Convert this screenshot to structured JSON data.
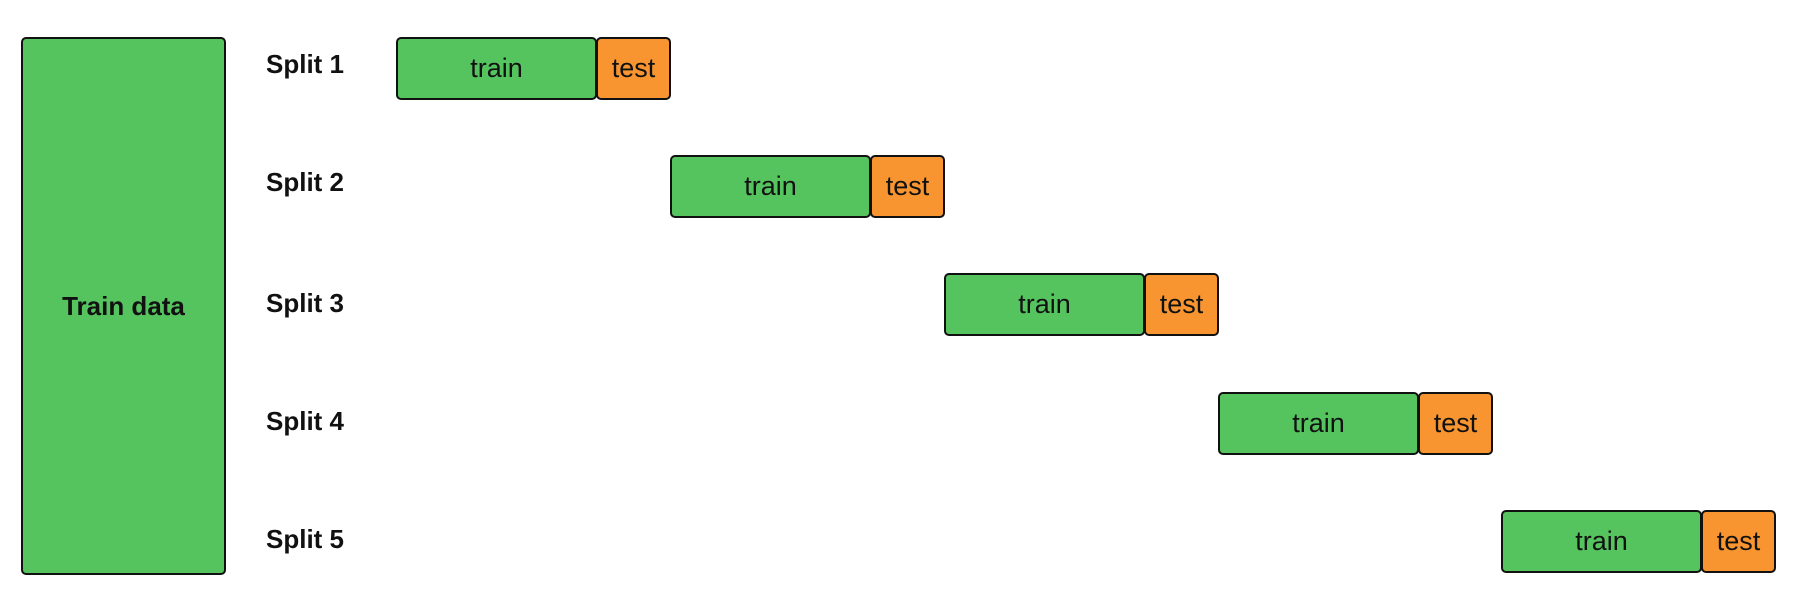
{
  "colors": {
    "train": "#55c45e",
    "test": "#f89530",
    "border": "#111111"
  },
  "train_data": {
    "label": "Train data"
  },
  "splits": [
    {
      "label": "Split 1",
      "train_label": "train",
      "test_label": "test"
    },
    {
      "label": "Split 2",
      "train_label": "train",
      "test_label": "test"
    },
    {
      "label": "Split 3",
      "train_label": "train",
      "test_label": "test"
    },
    {
      "label": "Split 4",
      "train_label": "train",
      "test_label": "test"
    },
    {
      "label": "Split 5",
      "train_label": "train",
      "test_label": "test"
    }
  ]
}
